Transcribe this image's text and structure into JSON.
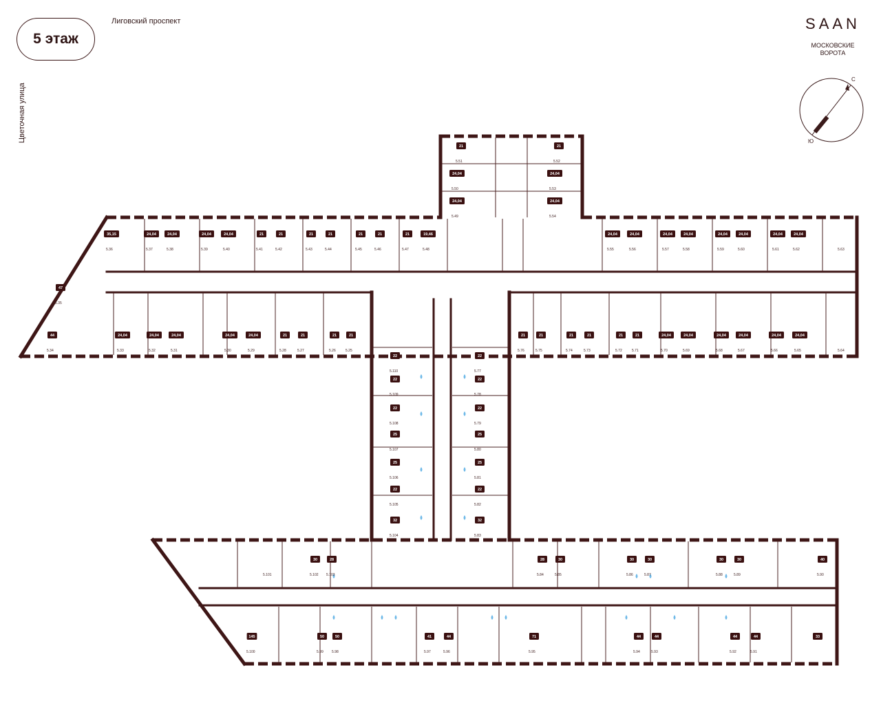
{
  "header": {
    "floor_label": "5 этаж",
    "street_top": "Лиговский проспект",
    "street_left": "Цветочная улица"
  },
  "brand": {
    "logo": "SAAN",
    "subtitle_line1": "МОСКОВСКИЕ",
    "subtitle_line2": "ВОРОТА"
  },
  "compass": {
    "north": "С",
    "south": "Ю"
  },
  "colors": {
    "wall": "#3e1616",
    "badge": "#3a1010",
    "water": "#6eb9e8"
  },
  "rooms": [
    {
      "id": "5.51",
      "area": "21"
    },
    {
      "id": "5.52",
      "area": "21"
    },
    {
      "id": "5.50",
      "area": "24,04"
    },
    {
      "id": "5.53",
      "area": "24,04"
    },
    {
      "id": "5.49",
      "area": "24,04"
    },
    {
      "id": "5.54",
      "area": "24,04"
    },
    {
      "id": "5.36",
      "area": "35,15"
    },
    {
      "id": "5.37",
      "area": "24,04"
    },
    {
      "id": "5.38",
      "area": "24,04"
    },
    {
      "id": "5.39",
      "area": "24,04"
    },
    {
      "id": "5.40",
      "area": "24,04"
    },
    {
      "id": "5.41",
      "area": "21"
    },
    {
      "id": "5.42",
      "area": "21"
    },
    {
      "id": "5.43",
      "area": "21"
    },
    {
      "id": "5.44",
      "area": "21"
    },
    {
      "id": "5.45",
      "area": "21"
    },
    {
      "id": "5.46",
      "area": "21"
    },
    {
      "id": "5.47",
      "area": "21"
    },
    {
      "id": "5.48",
      "area": "19,46"
    },
    {
      "id": "5.55",
      "area": "24,04"
    },
    {
      "id": "5.56",
      "area": "24,04"
    },
    {
      "id": "5.57",
      "area": "24,04"
    },
    {
      "id": "5.58",
      "area": "24,04"
    },
    {
      "id": "5.59",
      "area": "24,04"
    },
    {
      "id": "5.60",
      "area": "24,04"
    },
    {
      "id": "5.61",
      "area": "24,04"
    },
    {
      "id": "5.62",
      "area": "24,04"
    },
    {
      "id": "5.63",
      "area": ""
    },
    {
      "id": "5.35",
      "area": "47"
    },
    {
      "id": "5.34",
      "area": "44"
    },
    {
      "id": "5.33",
      "area": "24,04"
    },
    {
      "id": "5.32",
      "area": "24,04"
    },
    {
      "id": "5.31",
      "area": "24,04"
    },
    {
      "id": "5.30",
      "area": "24,04"
    },
    {
      "id": "5.29",
      "area": "24,04"
    },
    {
      "id": "5.28",
      "area": "21"
    },
    {
      "id": "5.27",
      "area": "21"
    },
    {
      "id": "5.26",
      "area": "21"
    },
    {
      "id": "5.25",
      "area": "21"
    },
    {
      "id": "5.76",
      "area": "21"
    },
    {
      "id": "5.75",
      "area": "21"
    },
    {
      "id": "5.74",
      "area": "21"
    },
    {
      "id": "5.73",
      "area": "21"
    },
    {
      "id": "5.72",
      "area": "21"
    },
    {
      "id": "5.71",
      "area": "21"
    },
    {
      "id": "5.70",
      "area": "24,04"
    },
    {
      "id": "5.69",
      "area": "24,04"
    },
    {
      "id": "5.68",
      "area": "24,04"
    },
    {
      "id": "5.67",
      "area": "24,04"
    },
    {
      "id": "5.66",
      "area": "24,04"
    },
    {
      "id": "5.65",
      "area": "24,04"
    },
    {
      "id": "5.64",
      "area": ""
    },
    {
      "id": "5.110",
      "area": "22"
    },
    {
      "id": "5.109",
      "area": "22"
    },
    {
      "id": "5.108",
      "area": "22"
    },
    {
      "id": "5.107",
      "area": "25"
    },
    {
      "id": "5.106",
      "area": "25"
    },
    {
      "id": "5.105",
      "area": "22"
    },
    {
      "id": "5.104",
      "area": "32"
    },
    {
      "id": "5.77",
      "area": "22"
    },
    {
      "id": "5.78",
      "area": "22"
    },
    {
      "id": "5.79",
      "area": "22"
    },
    {
      "id": "5.80",
      "area": "25"
    },
    {
      "id": "5.81",
      "area": "25"
    },
    {
      "id": "5.82",
      "area": "22"
    },
    {
      "id": "5.83",
      "area": "32"
    },
    {
      "id": "5.101",
      "area": ""
    },
    {
      "id": "5.102",
      "area": "30"
    },
    {
      "id": "5.103",
      "area": "28"
    },
    {
      "id": "5.84",
      "area": "28"
    },
    {
      "id": "5.85",
      "area": "30"
    },
    {
      "id": "5.86",
      "area": "30"
    },
    {
      "id": "5.87",
      "area": "30"
    },
    {
      "id": "5.88",
      "area": "30"
    },
    {
      "id": "5.89",
      "area": "30"
    },
    {
      "id": "5.90",
      "area": "40"
    },
    {
      "id": "5.100",
      "area": "145"
    },
    {
      "id": "5.99",
      "area": "50"
    },
    {
      "id": "5.98",
      "area": "50"
    },
    {
      "id": "5.97",
      "area": "41"
    },
    {
      "id": "5.96",
      "area": "44"
    },
    {
      "id": "5.95",
      "area": "71"
    },
    {
      "id": "5.94",
      "area": "44"
    },
    {
      "id": "5.93",
      "area": "44"
    },
    {
      "id": "5.92",
      "area": "44"
    },
    {
      "id": "5.91",
      "area": "44"
    },
    {
      "id": "",
      "area": "33"
    }
  ]
}
